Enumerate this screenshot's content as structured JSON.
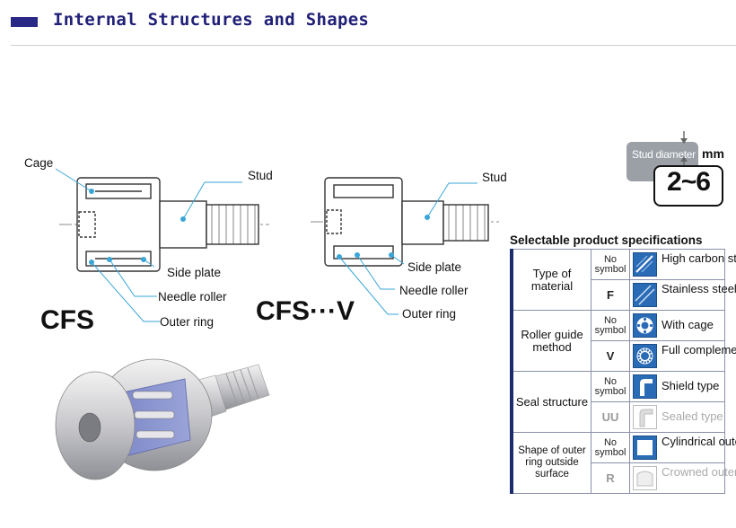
{
  "header": {
    "title": "Internal Structures and Shapes"
  },
  "cfs": {
    "name": "CFS",
    "cage": "Cage",
    "stud": "Stud",
    "side_plate": "Side plate",
    "needle_roller": "Needle roller",
    "outer_ring": "Outer ring"
  },
  "cfsv": {
    "name": "CFS···V",
    "stud": "Stud",
    "side_plate": "Side plate",
    "needle_roller": "Needle roller",
    "outer_ring": "Outer ring"
  },
  "badge": {
    "label": "Stud diameter",
    "unit": "mm",
    "value": "2~6"
  },
  "spec": {
    "title": "Selectable product specifications",
    "groups": [
      {
        "category": "Type of material",
        "rows": [
          {
            "symbol": "No symbol",
            "icon": "steel-icon",
            "label": "High carbon steel"
          },
          {
            "symbol": "F",
            "icon": "stainless-icon",
            "label": "Stainless steel"
          }
        ]
      },
      {
        "category": "Roller guide method",
        "rows": [
          {
            "symbol": "No symbol",
            "icon": "cage-icon",
            "label": "With cage"
          },
          {
            "symbol": "V",
            "icon": "full-complement-icon",
            "label": "Full complement"
          }
        ]
      },
      {
        "category": "Seal structure",
        "rows": [
          {
            "symbol": "No symbol",
            "icon": "shield-icon",
            "label": "Shield type"
          },
          {
            "symbol": "UU",
            "icon": "seal-icon",
            "label": "Sealed type"
          }
        ]
      },
      {
        "category": "Shape of outer ring outside surface",
        "rows": [
          {
            "symbol": "No symbol",
            "icon": "cylindrical-icon",
            "label": "Cylindrical outer ring"
          },
          {
            "symbol": "R",
            "icon": "crowned-icon",
            "label": "Crowned outer ring"
          }
        ]
      }
    ]
  },
  "colors": {
    "accent": "#2a2a86",
    "leader": "#3aa6d8",
    "table_bar": "#1c2a6e",
    "icon_blue": "#2a6bb5"
  }
}
